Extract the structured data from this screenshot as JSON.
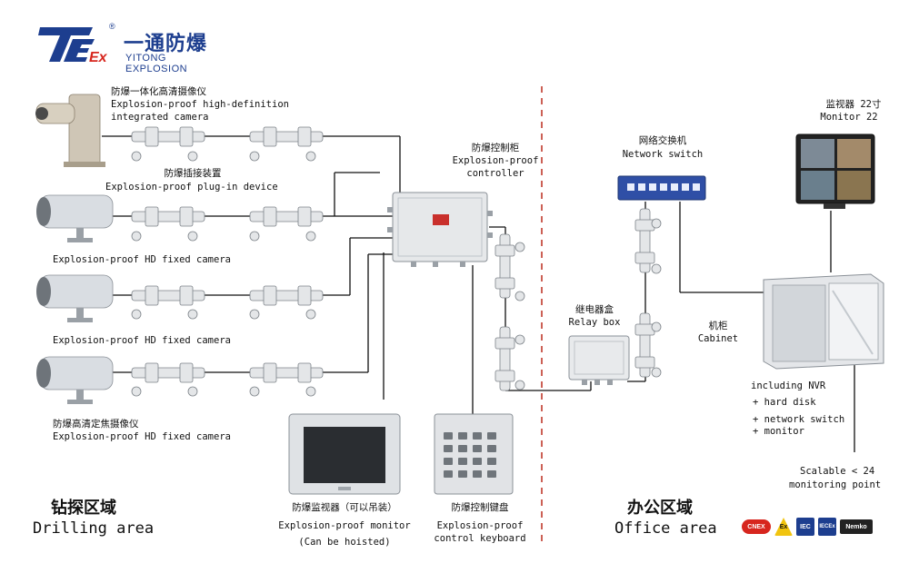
{
  "logo": {
    "mark": "TEx",
    "registered": "®",
    "name_cn": "一通防爆",
    "name_en": "YITONG EXPLOSION"
  },
  "labels": {
    "hd_camera_cn": "防爆一体化高清摄像仪",
    "hd_camera_en_1": "Explosion-proof high-definition",
    "hd_camera_en_2": "integrated camera",
    "plugin_cn": "防爆插接装置",
    "plugin_en": "Explosion-proof plug-in device",
    "fixed_camera_1": "Explosion-proof HD fixed camera",
    "fixed_camera_2": "Explosion-proof HD fixed camera",
    "fixed_camera_3_cn": "防爆高清定焦摄像仪",
    "fixed_camera_3_en": "Explosion-proof HD fixed camera",
    "controller_cn": "防爆控制柜",
    "controller_en_1": "Explosion-proof",
    "controller_en_2": "controller",
    "monitor_cn": "防爆监视器（可以吊装）",
    "monitor_en_1": "Explosion-proof monitor",
    "monitor_en_2": "(Can be hoisted)",
    "keyboard_cn": "防爆控制键盘",
    "keyboard_en_1": "Explosion-proof",
    "keyboard_en_2": "control keyboard",
    "switch_cn": "网络交换机",
    "switch_en": "Network switch",
    "relay_cn": "继电器盒",
    "relay_en": "Relay box",
    "monitor22_cn": "监视器  22寸",
    "monitor22_en": "Monitor 22",
    "cabinet_cn": "机柜",
    "cabinet_en": "Cabinet",
    "nvr_1": "including NVR",
    "nvr_2": "+ hard disk",
    "nvr_3": "+ network switch",
    "nvr_4": "+ monitor",
    "scalable_1": "Scalable < 24",
    "scalable_2": "monitoring point"
  },
  "areas": {
    "drilling_cn": "钻探区域",
    "drilling_en": "Drilling area",
    "office_cn": "办公区域",
    "office_en": "Office area"
  },
  "certs": [
    "CNEX",
    "Ex",
    "IEC",
    "IECEx",
    "Nemko"
  ],
  "colors": {
    "brand_blue": "#1d3e8f",
    "brand_red": "#d7261e",
    "divider_red": "#c0392b",
    "switch_blue": "#2f4fa6",
    "wire": "#111111"
  }
}
